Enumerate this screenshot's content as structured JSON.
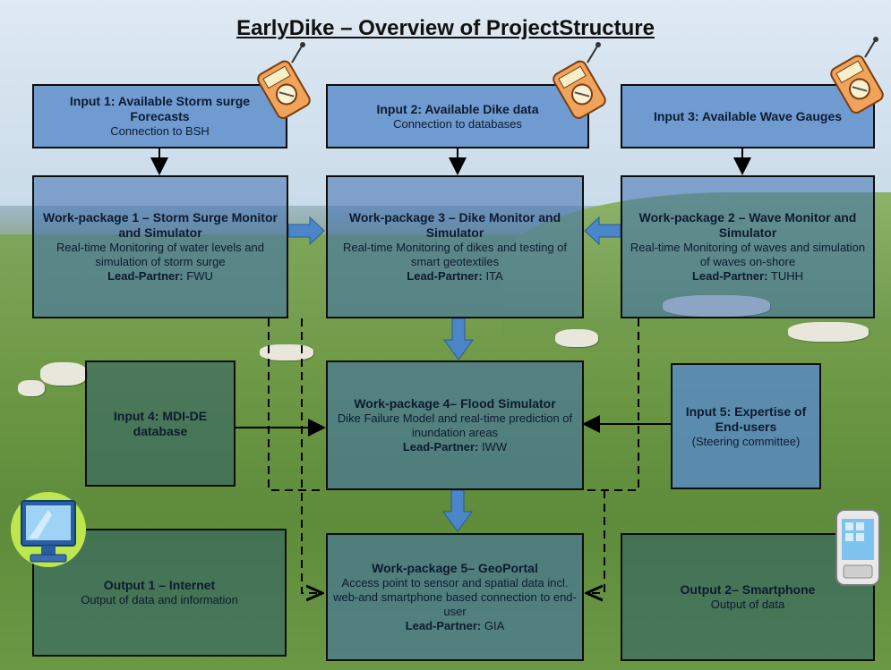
{
  "title": "EarlyDike – Overview of ProjectStructure",
  "colors": {
    "box_fill": "#4070b0",
    "box_border": "#0d0d0d",
    "arrow_fill": "#4a86c8",
    "text": "#0c1b30"
  },
  "icons": [
    "sensor-device-icon",
    "computer-monitor-icon",
    "smartphone-icon"
  ],
  "inputs": {
    "i1": {
      "head": "Input 1: Available  Storm surge Forecasts",
      "text": "Connection to BSH"
    },
    "i2": {
      "head": "Input 2: Available Dike data",
      "text": "Connection to databases"
    },
    "i3": {
      "head": "Input 3: Available Wave Gauges",
      "text": ""
    },
    "i4": {
      "head": "Input 4: MDI-DE database",
      "text": ""
    },
    "i5": {
      "head": "Input 5: Expertise of End-users",
      "text": "(Steering committee)"
    }
  },
  "workpackages": {
    "wp1": {
      "head": "Work-package 1 – Storm Surge Monitor and Simulator",
      "text": "Real-time Monitoring of water levels and simulation of storm surge",
      "lp_label": "Lead-Partner:",
      "lp": "FWU"
    },
    "wp3": {
      "head": "Work-package 3 – Dike Monitor and Simulator",
      "text": "Real-time Monitoring of dikes and testing of smart geotextiles",
      "lp_label": "Lead-Partner:",
      "lp": "ITA"
    },
    "wp2": {
      "head": "Work-package 2 – Wave Monitor and Simulator",
      "text": "Real-time Monitoring of waves and simulation of waves on-shore",
      "lp_label": "Lead-Partner:",
      "lp": "TUHH"
    },
    "wp4": {
      "head": "Work-package 4– Flood Simulator",
      "text": "Dike Failure Model and real-time prediction of inundation areas",
      "lp_label": "Lead-Partner:",
      "lp": "IWW"
    },
    "wp5": {
      "head": "Work-package 5– GeoPortal",
      "text": "Access point to sensor and spatial data incl. web-and smartphone based connection to end-user",
      "lp_label": "Lead-Partner:",
      "lp": "GIA"
    }
  },
  "outputs": {
    "o1": {
      "head": "Output 1 – Internet",
      "text": "Output  of data and information"
    },
    "o2": {
      "head": "Output 2– Smartphone",
      "text": "Output of data"
    }
  }
}
